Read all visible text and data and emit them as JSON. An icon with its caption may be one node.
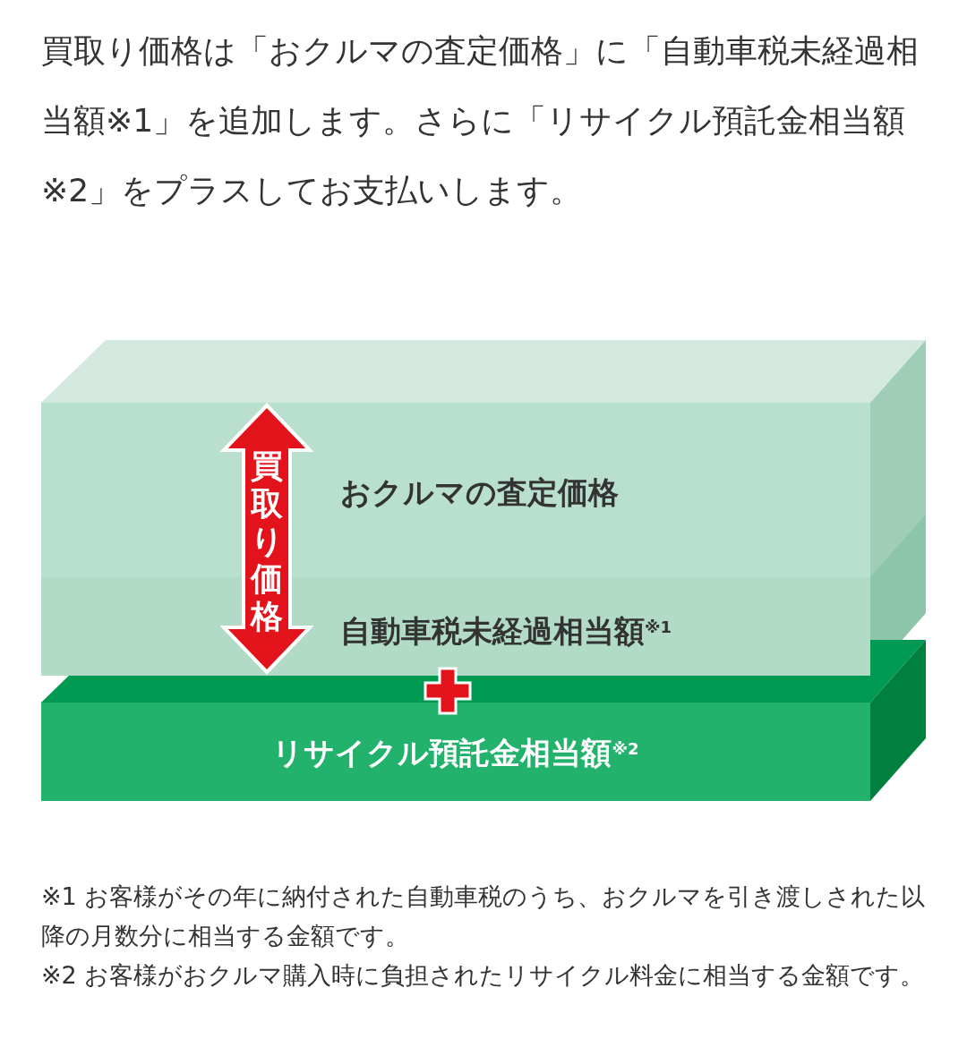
{
  "diagram": {
    "title": "買取り価格は「おクルマの査定価格」に「自動車税未経過相当額※1」を追加します。さらに「リサイクル預託金相当額※2」をプラスしてお支払いします。",
    "nodes": [
      {
        "text": [
          "おクルマの査定価格"
        ]
      },
      {
        "text": [
          "自動車税未経過相当額$^{※1}$"
        ]
      },
      {
        "text": [
          "リサイクル預託金相当額$^{※2}$"
        ]
      }
    ],
    "labels": [
      "買取り価格",
      "※1 お客様がその年に納付された自動車税のうち、おクルマを引き渡しされた以降の月数分に相当する金額です。",
      "※2 お客様がおクルマ購入時に負担されたリサイクル料金に相当する金額です。"
    ]
  }
}
